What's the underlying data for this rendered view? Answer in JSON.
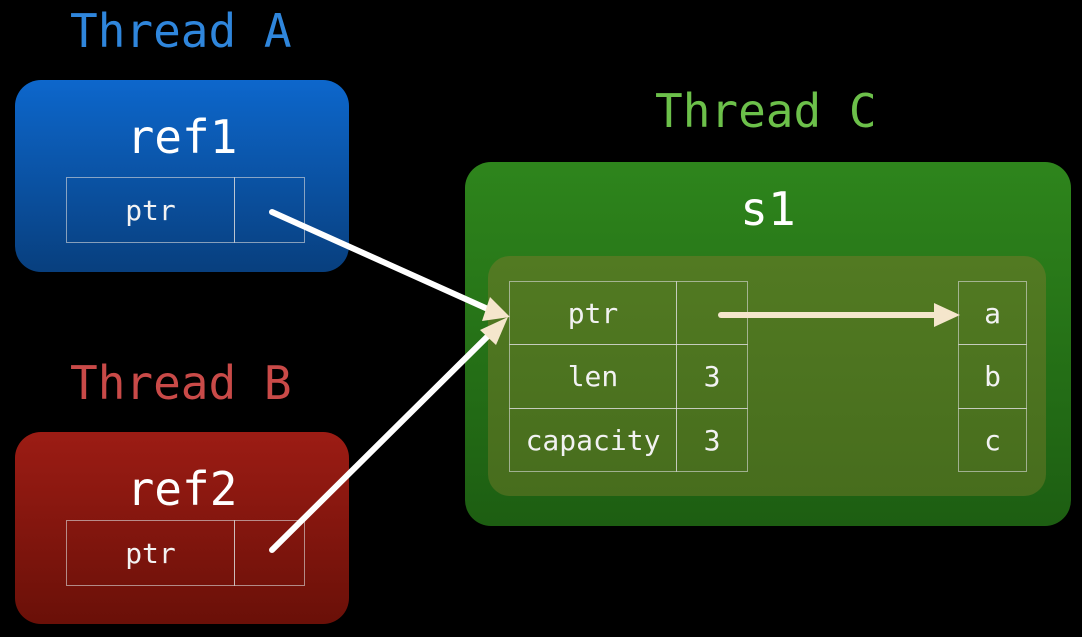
{
  "thread_a": {
    "label": "Thread A",
    "ref_name": "ref1",
    "field": "ptr"
  },
  "thread_b": {
    "label": "Thread B",
    "ref_name": "ref2",
    "field": "ptr"
  },
  "thread_c": {
    "label": "Thread C",
    "var_name": "s1",
    "fields": [
      {
        "name": "ptr",
        "value": ""
      },
      {
        "name": "len",
        "value": "3"
      },
      {
        "name": "capacity",
        "value": "3"
      }
    ],
    "heap": [
      "a",
      "b",
      "c"
    ]
  },
  "colors": {
    "thread_a": "#2f86dc",
    "thread_b": "#c94a48",
    "thread_c": "#6cc04a",
    "ref_arrow": "#ffffff",
    "heap_arrow": "#f5e6cc"
  }
}
